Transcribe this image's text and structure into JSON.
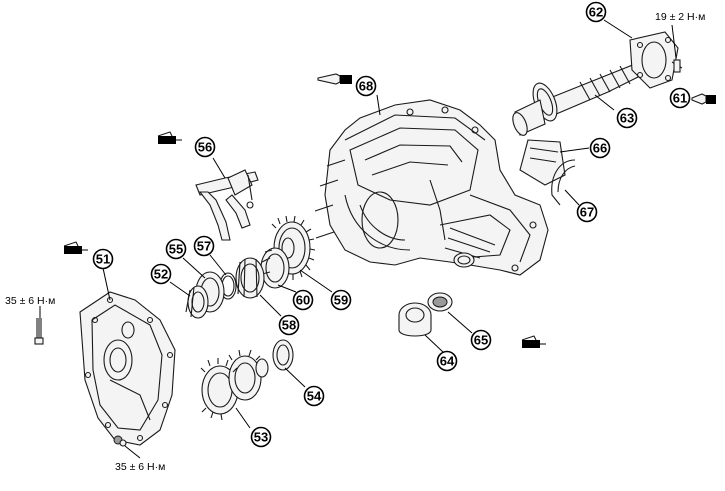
{
  "callouts": [
    {
      "id": "51",
      "label": "51"
    },
    {
      "id": "52",
      "label": "52"
    },
    {
      "id": "53",
      "label": "53"
    },
    {
      "id": "54",
      "label": "54"
    },
    {
      "id": "55",
      "label": "55"
    },
    {
      "id": "56",
      "label": "56"
    },
    {
      "id": "57",
      "label": "57"
    },
    {
      "id": "58",
      "label": "58"
    },
    {
      "id": "59",
      "label": "59"
    },
    {
      "id": "60",
      "label": "60"
    },
    {
      "id": "61",
      "label": "61"
    },
    {
      "id": "62",
      "label": "62"
    },
    {
      "id": "63",
      "label": "63"
    },
    {
      "id": "64",
      "label": "64"
    },
    {
      "id": "65",
      "label": "65"
    },
    {
      "id": "66",
      "label": "66"
    },
    {
      "id": "67",
      "label": "67"
    },
    {
      "id": "68",
      "label": "68"
    }
  ],
  "torque_labels": {
    "top_right": "19 ± 2 Н·м",
    "left": "35 ± 6 Н·м",
    "bottom": "35 ± 6 Н·м"
  },
  "icons": [
    "sealant-tube-icon",
    "grease-gun-icon"
  ]
}
